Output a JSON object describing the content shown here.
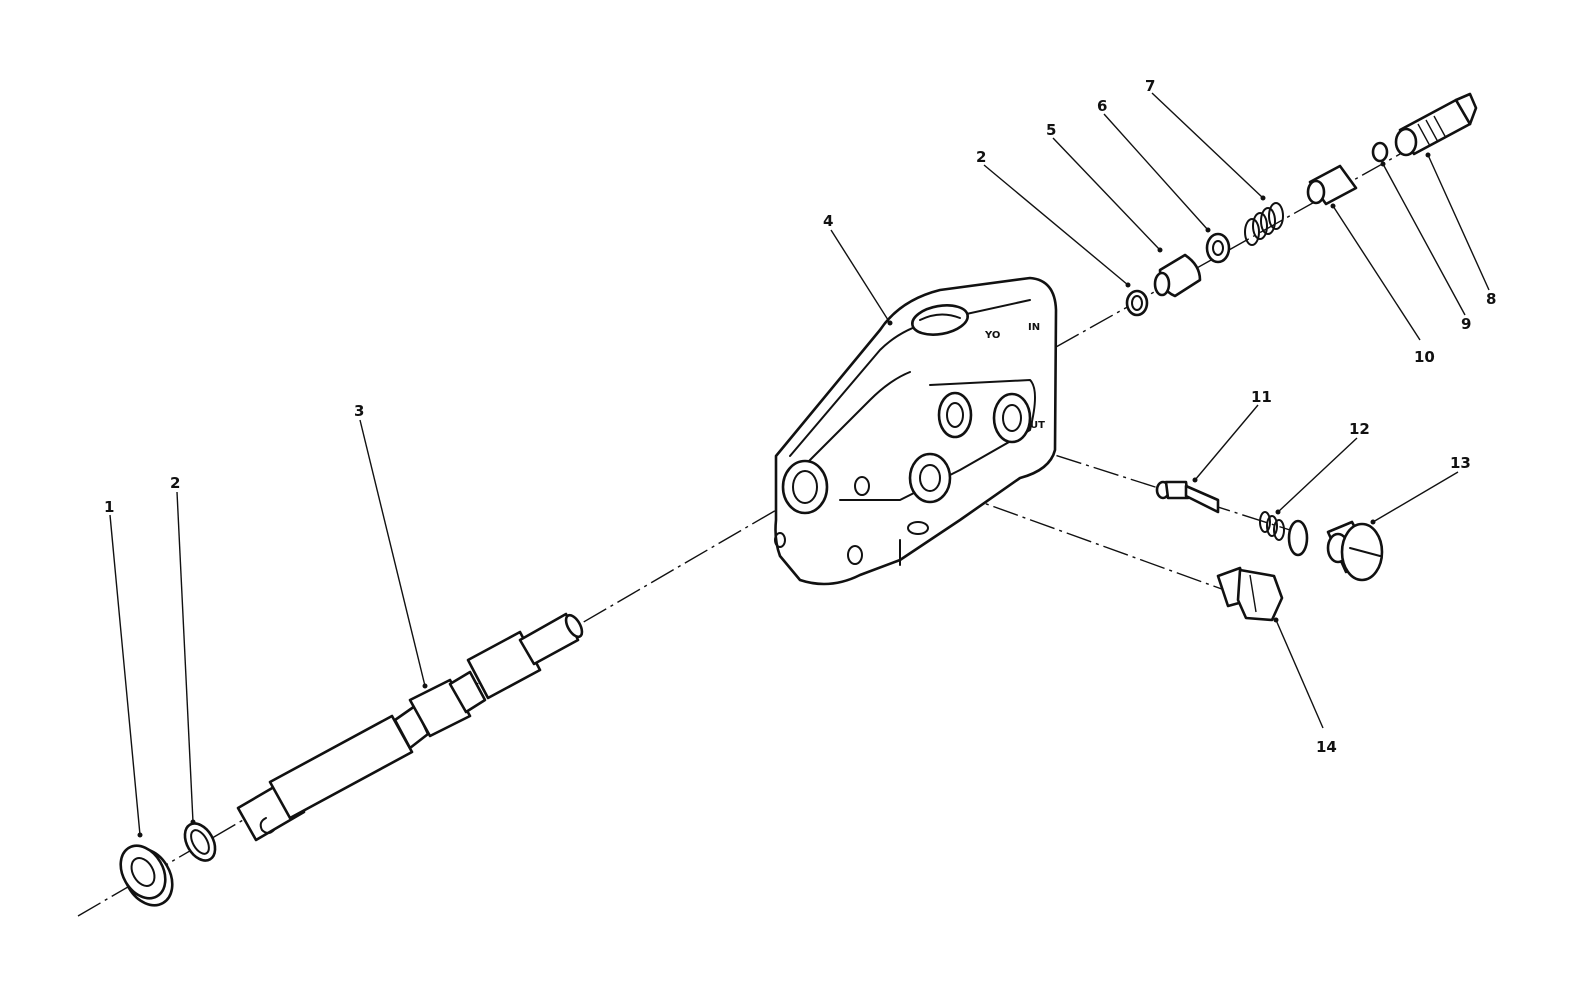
{
  "diagram": {
    "parts": [
      {
        "id": "p1",
        "label": "1"
      },
      {
        "id": "p2a",
        "label": "2"
      },
      {
        "id": "p3",
        "label": "3"
      },
      {
        "id": "p4",
        "label": "4"
      },
      {
        "id": "p2b",
        "label": "2"
      },
      {
        "id": "p5",
        "label": "5"
      },
      {
        "id": "p6",
        "label": "6"
      },
      {
        "id": "p7",
        "label": "7"
      },
      {
        "id": "p8",
        "label": "8"
      },
      {
        "id": "p9",
        "label": "9"
      },
      {
        "id": "p10",
        "label": "10"
      },
      {
        "id": "p11",
        "label": "11"
      },
      {
        "id": "p12",
        "label": "12"
      },
      {
        "id": "p13",
        "label": "13"
      },
      {
        "id": "p14",
        "label": "14"
      }
    ],
    "stamps": {
      "port_in": "IN",
      "port_out": "UT",
      "cover_mark": "YO"
    }
  }
}
